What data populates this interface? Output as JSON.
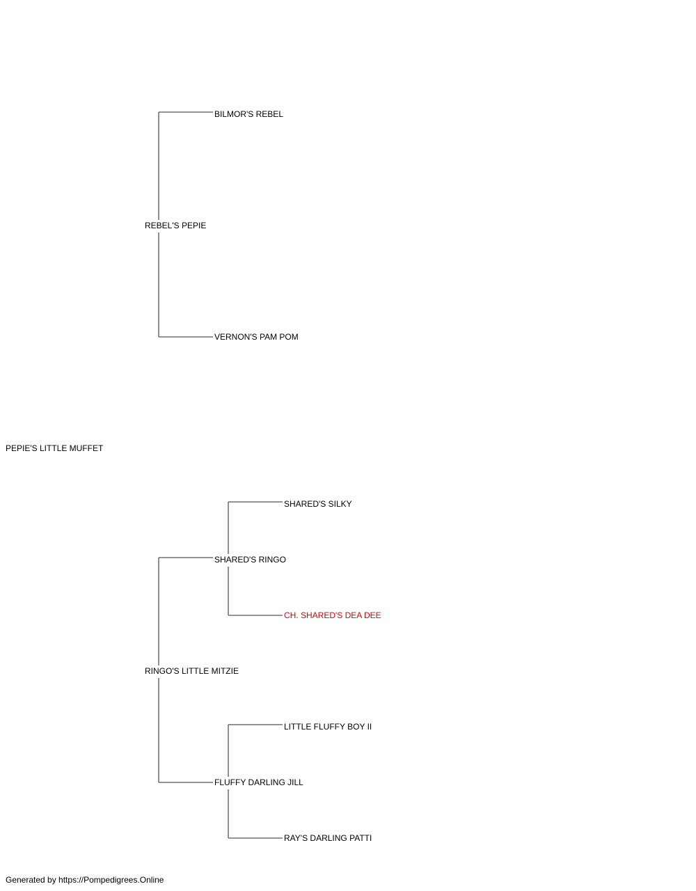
{
  "pedigree": {
    "subject": "PEPIE'S LITTLE MUFFET",
    "sire": {
      "name": "REBEL'S PEPIE",
      "sire": {
        "name": "BILMOR'S REBEL"
      },
      "dam": {
        "name": "VERNON'S PAM POM"
      }
    },
    "dam": {
      "name": "RINGO'S LITTLE MITZIE",
      "sire": {
        "name": "SHARED'S RINGO",
        "sire": {
          "name": "SHARED'S SILKY"
        },
        "dam": {
          "name": "CH. SHARED'S DEA DEE",
          "champion": true
        }
      },
      "dam": {
        "name": "FLUFFY DARLING JILL",
        "sire": {
          "name": "LITTLE FLUFFY BOY II"
        },
        "dam": {
          "name": "RAY'S DARLING PATTI"
        }
      }
    }
  },
  "colors": {
    "text": "#000000",
    "champion": "#dd0000",
    "connector": "#555555"
  },
  "footer": {
    "credit": "Generated by https://Pompedigrees.Online"
  }
}
